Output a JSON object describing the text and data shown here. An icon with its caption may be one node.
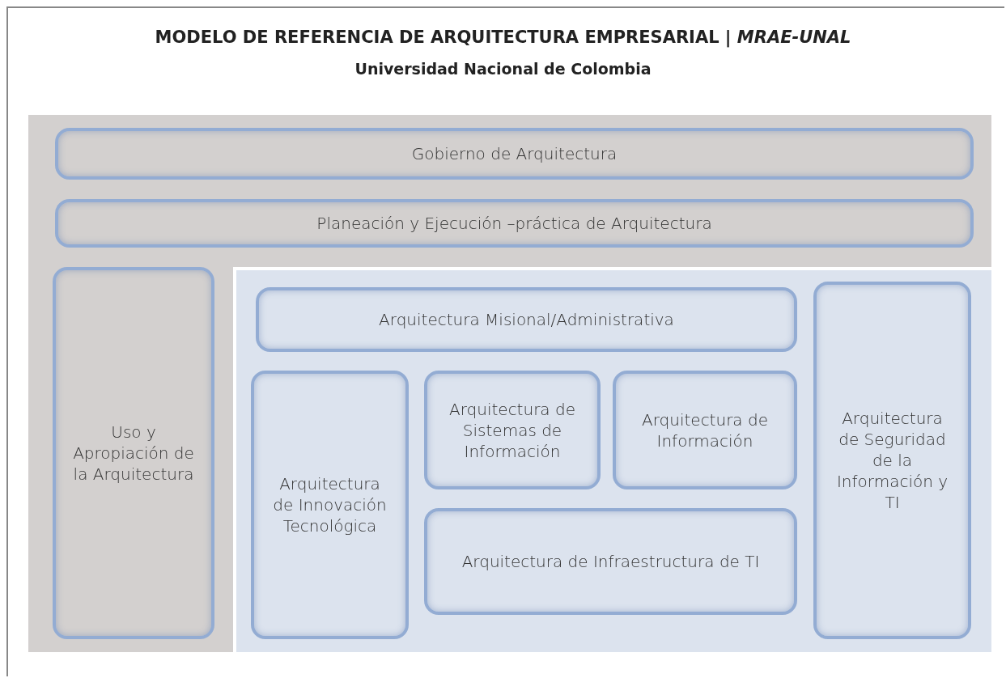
{
  "diagram": {
    "title": "MODELO DE REFERENCIA DE ARQUITECTURA EMPRESARIAL | *MRAE-UNAL*",
    "nodes": [
      {
        "text": [
          "Gobierno de Arquitectura"
        ]
      },
      {
        "text": [
          "Planeación y Ejecución –práctica de Arquitectura"
        ]
      },
      {
        "text": [
          "Uso y Apropiación de la Arquitectura"
        ]
      },
      {
        "text": [
          "Arquitectura Misional/Administrativa"
        ]
      },
      {
        "text": [
          "Arquitectura de Innovación Tecnológica"
        ]
      },
      {
        "text": [
          "Arquitectura de Sistemas de Información"
        ]
      },
      {
        "text": [
          "Arquitectura de Información"
        ]
      },
      {
        "text": [
          "Arquitectura de Infraestructura de TI"
        ]
      },
      {
        "text": [
          "Arquitectura de Seguridad de la Información y TI"
        ]
      }
    ],
    "edges": [],
    "labels": [
      "Universidad Nacional de Colombia"
    ]
  }
}
